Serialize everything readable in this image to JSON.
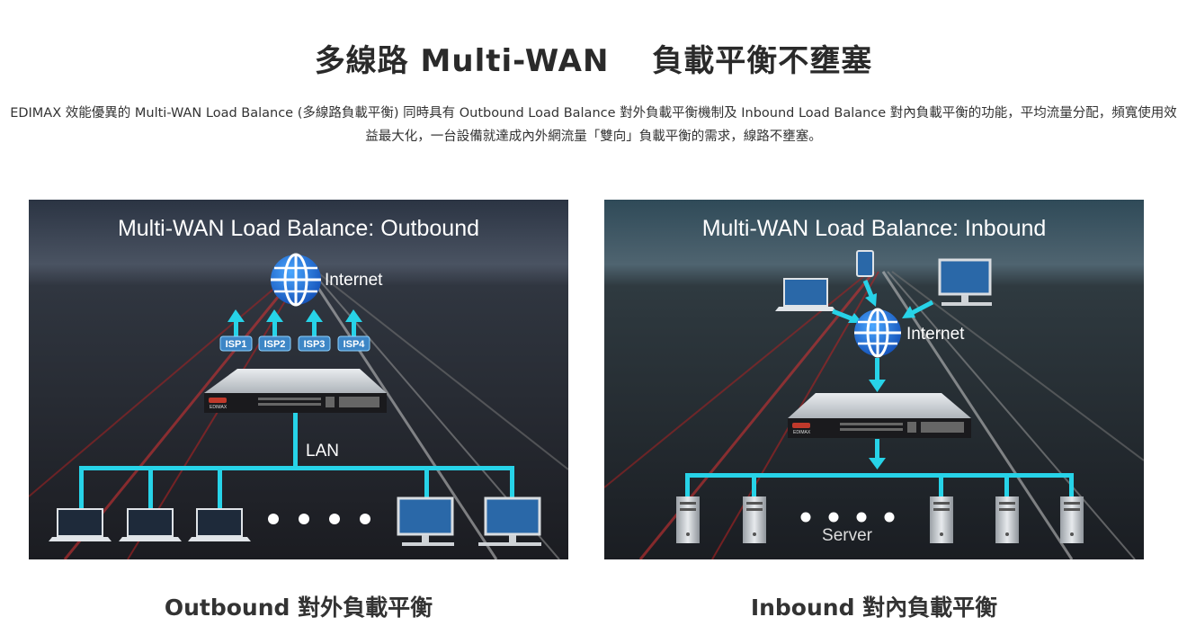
{
  "heading": "多線路 Multi-WAN　 負載平衡不壅塞",
  "description": "EDIMAX 效能優異的 Multi-WAN Load Balance (多線路負載平衡) 同時具有 Outbound Load Balance 對外負載平衡機制及 Inbound Load Balance 對內負載平衡的功能，平均流量分配，頻寬使用效益最大化，一台設備就達成內外網流量「雙向」負載平衡的需求，線路不壅塞。",
  "outbound": {
    "image_title": "Multi-WAN Load Balance: Outbound",
    "internet_label": "Internet",
    "isp_labels": [
      "ISP1",
      "ISP2",
      "ISP3",
      "ISP4"
    ],
    "lan_label": "LAN",
    "caption": "Outbound 對外負載平衡"
  },
  "inbound": {
    "image_title": "Multi-WAN Load Balance: Inbound",
    "internet_label": "Internet",
    "server_label": "Server",
    "caption": "Inbound 對內負載平衡"
  },
  "device_brand": "EDIMAX",
  "colors": {
    "accent_cyan": "#27d3e8",
    "globe_blue": "#1f6fd6",
    "isp_badge": "#3d86c6",
    "title_text": "#2a2a2a"
  },
  "icons": [
    "globe-icon",
    "laptop-icon",
    "monitor-icon",
    "tablet-icon",
    "server-icon",
    "router-device"
  ]
}
